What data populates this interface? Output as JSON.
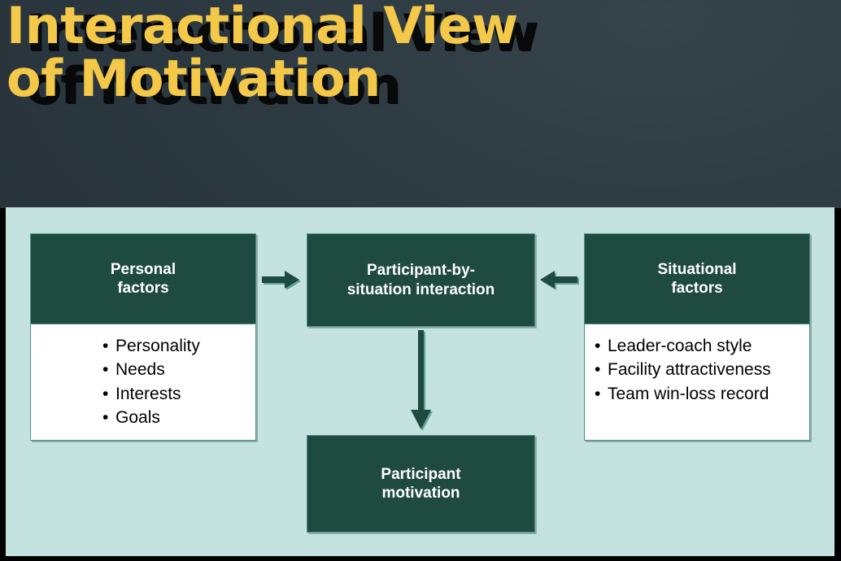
{
  "slide": {
    "title_lines": [
      "Interactional View",
      "of Motivation"
    ],
    "colors": {
      "title_text": "#f4c949",
      "title_shadow": "#08090a",
      "header_background": "#2c3840",
      "panel_background": "#c4e2e0",
      "box_fill": "#1e4a40",
      "box_border": "#4c9089",
      "box_body_fill": "#ffffff",
      "arrow_fill": "#1e4a40",
      "slide_border": "#000000"
    }
  },
  "diagram": {
    "type": "flow-diagram",
    "boxes": {
      "personal": {
        "heading_line_1": "Personal",
        "heading_line_2": "factors",
        "bullets": [
          "Personality",
          "Needs",
          "Interests",
          "Goals"
        ]
      },
      "interaction": {
        "heading_line_1": "Participant-by-",
        "heading_line_2": "situation interaction"
      },
      "situational": {
        "heading_line_1": "Situational",
        "heading_line_2": "factors",
        "bullets": [
          "Leader-coach style",
          "Facility attractiveness",
          "Team win-loss record"
        ]
      },
      "motivation": {
        "heading_line_1": "Participant",
        "heading_line_2": "motivation"
      }
    },
    "arrows": [
      {
        "name": "personal-to-interaction",
        "direction": "right"
      },
      {
        "name": "situational-to-interaction",
        "direction": "left"
      },
      {
        "name": "interaction-to-motivation",
        "direction": "down"
      }
    ]
  }
}
